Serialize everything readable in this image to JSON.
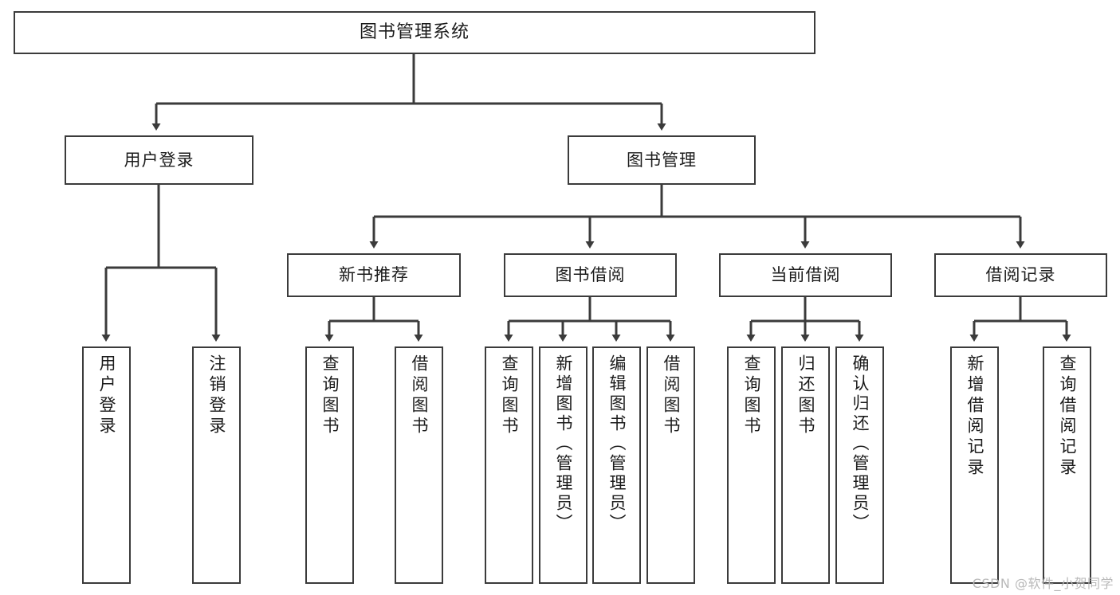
{
  "diagram": {
    "title": "图书管理系统",
    "type": "功能结构图",
    "root": {
      "label": "图书管理系统"
    },
    "level2": [
      {
        "label": "用户登录"
      },
      {
        "label": "图书管理"
      }
    ],
    "level3": [
      {
        "label": "新书推荐"
      },
      {
        "label": "图书借阅"
      },
      {
        "label": "当前借阅"
      },
      {
        "label": "借阅记录"
      }
    ],
    "leaves": {
      "user_login": [
        {
          "label": "用户登录"
        },
        {
          "label": "注销登录"
        }
      ],
      "new_book_recommend": [
        {
          "label": "查询图书"
        },
        {
          "label": "借阅图书"
        }
      ],
      "book_borrow": [
        {
          "label": "查询图书"
        },
        {
          "label": "新增图书（管理员）"
        },
        {
          "label": "编辑图书（管理员）"
        },
        {
          "label": "借阅图书"
        }
      ],
      "current_borrow": [
        {
          "label": "查询图书"
        },
        {
          "label": "归还图书"
        },
        {
          "label": "确认归还（管理员）"
        }
      ],
      "borrow_record": [
        {
          "label": "新增借阅记录"
        },
        {
          "label": "查询借阅记录"
        }
      ]
    }
  },
  "watermark": {
    "text": "CSDN @软件_小贺同学"
  },
  "colors": {
    "border": "#3b3b3b",
    "background": "#ffffff",
    "text": "#1b1b1b",
    "connector": "#3b3b3b",
    "watermark": "#b9b9b9"
  }
}
